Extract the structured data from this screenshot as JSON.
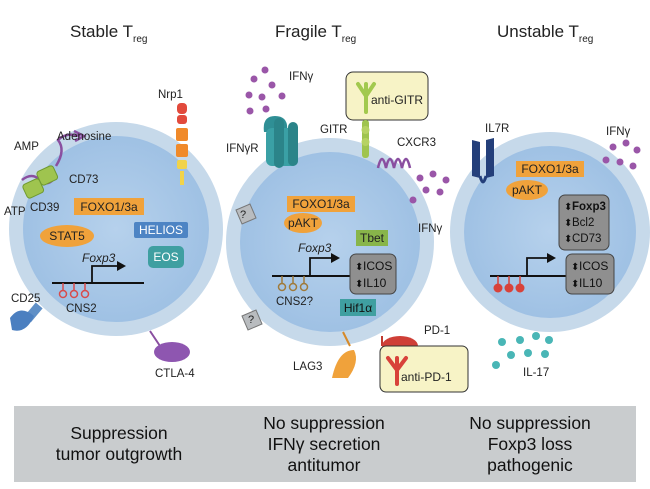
{
  "panels": [
    {
      "title": "Stable T",
      "sub": "reg"
    },
    {
      "title": "Fragile T",
      "sub": "reg"
    },
    {
      "title": "Unstable T",
      "sub": "reg"
    }
  ],
  "stable": {
    "amp": "AMP",
    "adenosine": "Adenosine",
    "atp": "ATP",
    "cd39": "CD39",
    "cd73": "CD73",
    "nrp1": "Nrp1",
    "foxo": "FOXO1/3a",
    "stat5": "STAT5",
    "helios": "HELIOS",
    "eos": "EOS",
    "foxp3": "Foxp3",
    "cns2": "CNS2",
    "cd25": "CD25",
    "ctla4": "CTLA-4"
  },
  "fragile": {
    "ifng_top": "IFNγ",
    "ifngr": "IFNγR",
    "gitr": "GITR",
    "anti_gitr": "anti-GITR",
    "cxcr3": "CXCR3",
    "ifng_right": "IFNγ",
    "foxo": "FOXO1/3a",
    "pakt": "pAKT",
    "foxp3": "Foxp3",
    "tbet": "Tbet",
    "icos": "ICOS",
    "il10": "IL10",
    "cns2": "CNS2?",
    "hif1a": "Hif1α",
    "pd1": "PD-1",
    "anti_pd1": "anti-PD-1",
    "lag3": "LAG3",
    "q1": "?",
    "q2": "?"
  },
  "unstable": {
    "il7r": "IL7R",
    "ifng": "IFNγ",
    "foxo": "FOXO1/3a",
    "pakt": "pAKT",
    "foxp3": "Foxp3",
    "bcl2": "Bcl2",
    "cd73": "CD73",
    "icos": "ICOS",
    "il10": "IL10",
    "il17": "IL-17"
  },
  "footer": [
    [
      "Suppression",
      "tumor outgrowth"
    ],
    [
      "No suppression",
      "IFNγ secretion",
      "antitumor"
    ],
    [
      "No suppression",
      "Foxp3 loss",
      "pathogenic"
    ]
  ],
  "colors": {
    "cell_outer": "#c4d8ea",
    "cell_inner": "#a7c7e6",
    "orange": "#f0a23b",
    "blue_box": "#4d84c4",
    "teal": "#3f9fa1",
    "green_box": "#88b54a",
    "gray_box": "#8f8f8f",
    "purple": "#9a56a8",
    "red": "#d8423a",
    "footer_bg": "#c9ccce"
  }
}
